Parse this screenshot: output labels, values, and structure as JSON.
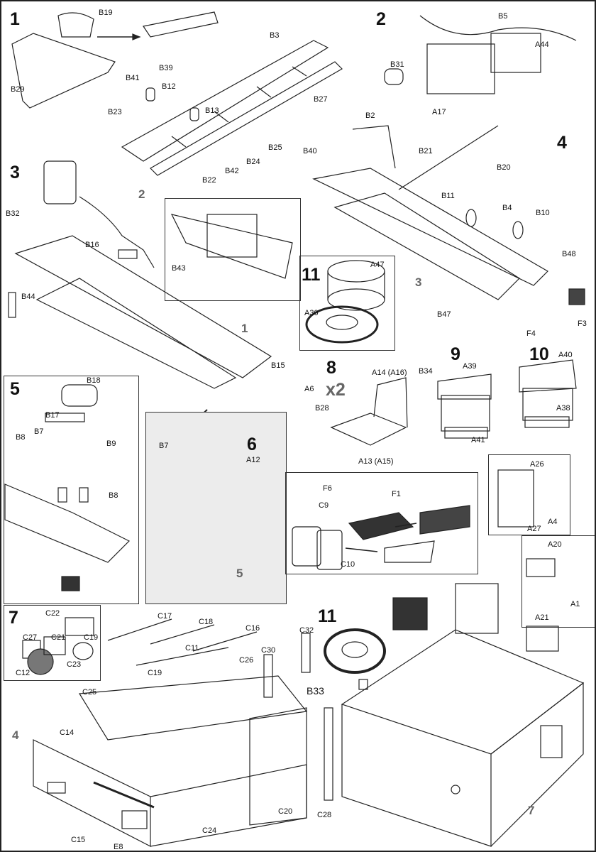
{
  "steps": [
    "1",
    "2",
    "3",
    "4",
    "5",
    "6",
    "7",
    "8",
    "9",
    "10",
    "11",
    "11"
  ],
  "refs": [
    "2",
    "1",
    "3",
    "4",
    "5",
    "7"
  ],
  "multiplier": "x2",
  "labels": [
    "B19",
    "B29",
    "B3",
    "B39",
    "B41",
    "B12",
    "B13",
    "B23",
    "B27",
    "B25",
    "B40",
    "B24",
    "B42",
    "B22",
    "B5",
    "A44",
    "B31",
    "A17",
    "B2",
    "B21",
    "B20",
    "B11",
    "B4",
    "B10",
    "B48",
    "B47",
    "F4",
    "F3",
    "B32",
    "B16",
    "B43",
    "B44",
    "B15",
    "A6",
    "B28",
    "A47",
    "A30",
    "A14 (A16)",
    "A13 (A15)",
    "B34",
    "A39",
    "A41",
    "A40",
    "A38",
    "B18",
    "B17",
    "B8",
    "B7",
    "B9",
    "B8",
    "B7",
    "A12",
    "F6",
    "C9",
    "F1",
    "C10",
    "A26",
    "A4",
    "A27",
    "A20",
    "A1",
    "A21",
    "C22",
    "C27",
    "C21",
    "C19",
    "C12",
    "C23",
    "C17",
    "C18",
    "C16",
    "C11",
    "C19",
    "C26",
    "C30",
    "C32",
    "C25",
    "C14",
    "C15",
    "E8",
    "C24",
    "C20",
    "C28",
    "B33"
  ],
  "colors": {
    "line": "#222222",
    "detail_panel": "#ececec",
    "reference_number": "#666666"
  }
}
